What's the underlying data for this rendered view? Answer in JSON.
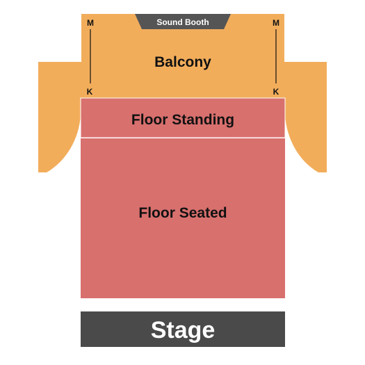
{
  "sections": {
    "balcony": {
      "label": "Balcony",
      "color": "#f2ad5b"
    },
    "floor_standing": {
      "label": "Floor Standing",
      "color": "#d8706e"
    },
    "floor_seated": {
      "label": "Floor Seated",
      "color": "#d8706e"
    }
  },
  "sound_booth": {
    "label": "Sound Booth",
    "color": "#555555"
  },
  "stage": {
    "label": "Stage",
    "color": "#4a4a4a"
  },
  "rows": {
    "left_top": "M",
    "left_bottom": "K",
    "right_top": "M",
    "right_bottom": "K"
  }
}
